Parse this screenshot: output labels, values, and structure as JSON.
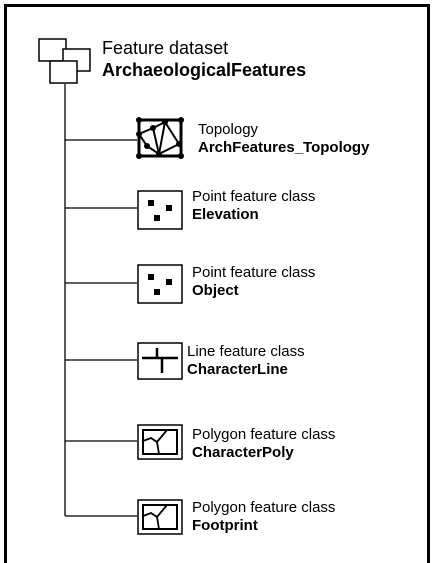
{
  "dataset": {
    "type_label": "Feature dataset",
    "name": "ArchaeologicalFeatures",
    "icon": "feature-dataset-icon"
  },
  "children": [
    {
      "type_label": "Topology",
      "name": "ArchFeatures_Topology",
      "icon": "topology-icon"
    },
    {
      "type_label": "Point feature class",
      "name": "Elevation",
      "icon": "point-feature-icon"
    },
    {
      "type_label": "Point feature class",
      "name": "Object",
      "icon": "point-feature-icon"
    },
    {
      "type_label": "Line feature class",
      "name": "CharacterLine",
      "icon": "line-feature-icon"
    },
    {
      "type_label": "Polygon feature class",
      "name": "CharacterPoly",
      "icon": "polygon-feature-icon"
    },
    {
      "type_label": "Polygon feature class",
      "name": "Footprint",
      "icon": "polygon-feature-icon"
    }
  ]
}
